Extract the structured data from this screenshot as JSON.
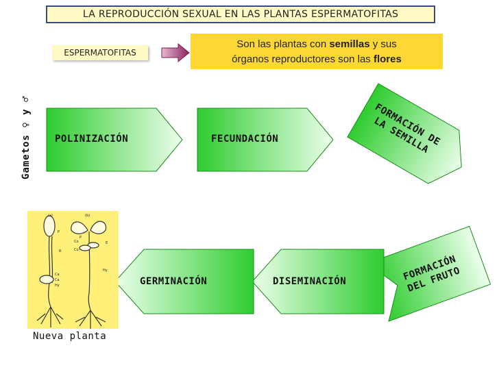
{
  "title": "LA REPRODUCCIÓN SEXUAL EN LAS PLANTAS ESPERMATOFITAS",
  "term": "ESPERMATOFITAS",
  "definition": {
    "part1": "Son las plantas con ",
    "bold1": "semillas",
    "part2": " y sus",
    "part3": "órganos reproductores son las ",
    "bold2": "flores"
  },
  "side_label": "Gametos ♀ y ♂",
  "steps": {
    "polinizacion": "POLINIZACIÓN",
    "fecundacion": "FECUNDACIÓN",
    "semilla_line1": "FORMACIÓN DE",
    "semilla_line2": "LA SEMILLA",
    "fruto_line1": "FORMACIÓN",
    "fruto_line2": "DEL FRUTO",
    "diseminacion": "DISEMINACIÓN",
    "germinacion": "GERMINACIÓN"
  },
  "plant_letters": {
    "a": "(a)",
    "b": "(b)",
    "p1": "P",
    "p2": "P",
    "e": "E",
    "co1": "Co",
    "co2": "Co",
    "r": "R",
    "hy": "Hy",
    "ca1": "Ca",
    "ca2": "Ca",
    "hy2": "Hy"
  },
  "caption": "Nueva planta",
  "colors": {
    "green_dark": "#2ecc2e",
    "green_light": "#ecffec",
    "title_bg": "#fff9c4",
    "def_bg": "#fdd835",
    "arrow": "#a0306a",
    "plant_bg": "#fff07a"
  }
}
